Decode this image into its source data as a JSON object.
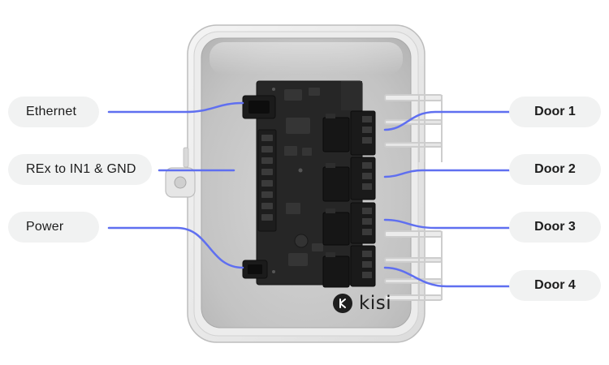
{
  "left_labels": {
    "ethernet": "Ethernet",
    "rex": "REx to IN1 & GND",
    "power": "Power"
  },
  "right_labels": {
    "door1": "Door 1",
    "door2": "Door 2",
    "door3": "Door 3",
    "door4": "Door 4"
  },
  "brand": {
    "name": "kisi",
    "logo_icon": "kisi-logo-icon"
  },
  "colors": {
    "connector_line": "#5f6ff0",
    "label_background": "#f1f2f2",
    "board": "#262626",
    "enclosure_frame": "#cfcfcf",
    "enclosure_interior": "#c6c6c6"
  }
}
